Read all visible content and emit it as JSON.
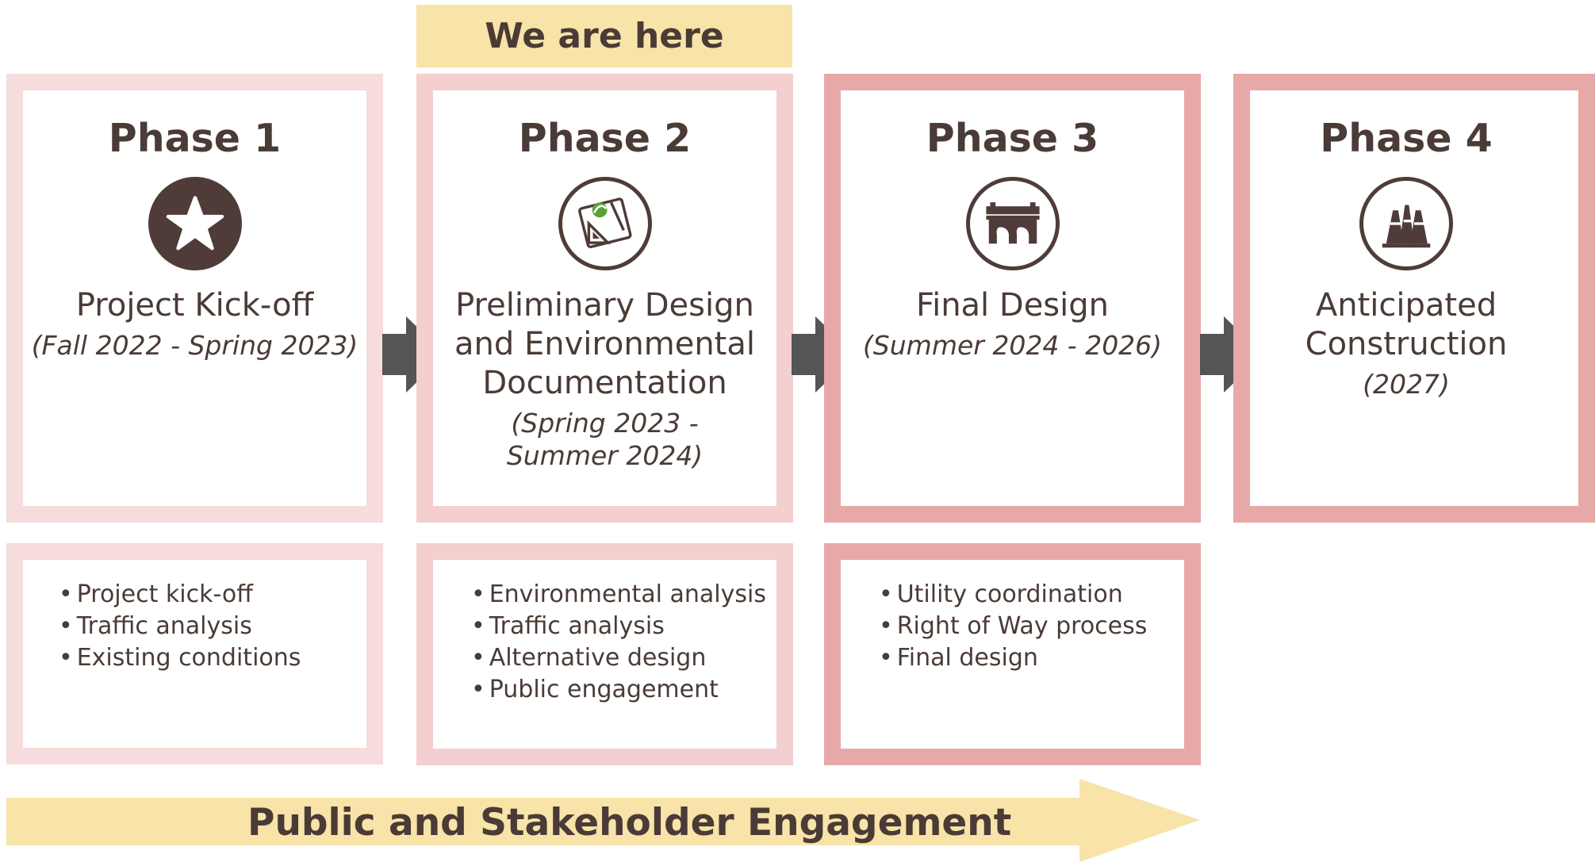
{
  "current_marker": "We are here",
  "colors": {
    "phase1_border": "#f6dcdc",
    "phase2_border": "#f3cfcf",
    "phase3_border": "#e7a9a8",
    "phase4_border": "#e7a9a8",
    "banner": "#f8e3a8",
    "arrow": "#535556",
    "icon": "#4f3c38",
    "text": "#4a3b36"
  },
  "phases": [
    {
      "title": "Phase 1",
      "icon": "star-icon",
      "name": "Project Kick-off",
      "dates": "(Fall 2022 - Spring 2023)",
      "tasks": [
        "Project kick-off",
        "Traffic analysis",
        "Existing conditions"
      ]
    },
    {
      "title": "Phase 2",
      "icon": "blueprint-icon",
      "name_lines": [
        "Preliminary Design",
        "and Environmental",
        "Documentation"
      ],
      "dates_lines": [
        "(Spring 2023 -",
        "Summer 2024)"
      ],
      "tasks": [
        "Environmental analysis",
        "Traffic analysis",
        "Alternative design",
        "Public engagement"
      ]
    },
    {
      "title": "Phase 3",
      "icon": "bridge-icon",
      "name": "Final Design",
      "dates": "(Summer 2024 - 2026)",
      "tasks": [
        "Utility coordination",
        "Right of Way process",
        "Final design"
      ]
    },
    {
      "title": "Phase 4",
      "icon": "traffic-cones-icon",
      "name_lines": [
        "Anticipated",
        "Construction"
      ],
      "dates": "(2027)",
      "tasks": []
    }
  ],
  "engagement": "Public and Stakeholder Engagement"
}
